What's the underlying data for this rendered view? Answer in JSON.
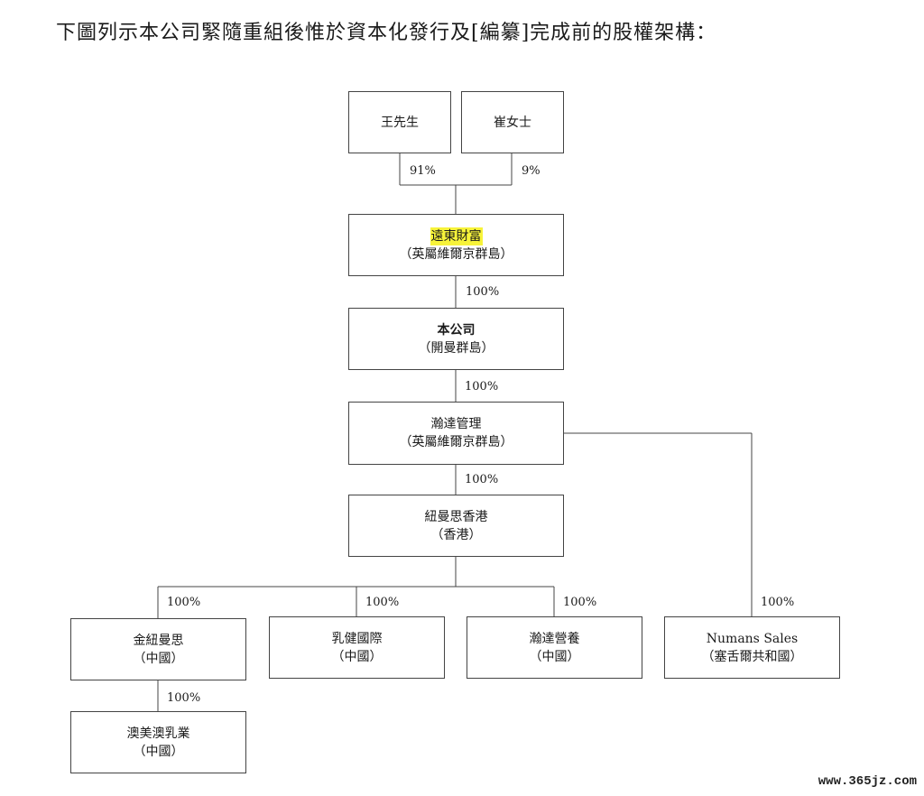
{
  "heading": "下圖列示本公司緊隨重組後惟於資本化發行及[編纂]完成前的股權架構：",
  "entities": {
    "wang": {
      "name": "王先生"
    },
    "cui": {
      "name": "崔女士"
    },
    "yuandong": {
      "name": "遠東財富",
      "place": "（英屬維爾京群島）"
    },
    "company": {
      "name": "本公司",
      "place": "（開曼群島）"
    },
    "handa_mgmt": {
      "name": "瀚達管理",
      "place": "（英屬維爾京群島）"
    },
    "numans_hk": {
      "name": "紐曼思香港",
      "place": "（香港）"
    },
    "jin_numans": {
      "name": "金紐曼思",
      "place": "（中國）"
    },
    "rujian": {
      "name": "乳健國際",
      "place": "（中國）"
    },
    "handa_nutrition": {
      "name": "瀚達營養",
      "place": "（中國）"
    },
    "numans_sales": {
      "name": "Numans Sales",
      "place": "（塞舌爾共和國）"
    },
    "aomei": {
      "name": "澳美澳乳業",
      "place": "（中國）"
    }
  },
  "ownership": {
    "wang_to_yuandong": "91%",
    "cui_to_yuandong": "9%",
    "yuandong_to_company": "100%",
    "company_to_handa": "100%",
    "handa_to_numans_hk": "100%",
    "numans_hk_to_jin": "100%",
    "numans_hk_to_rujian": "100%",
    "numans_hk_to_handa_nutrition": "100%",
    "handa_to_numans_sales": "100%",
    "jin_to_aomei": "100%"
  },
  "watermark": "www.365jz.com"
}
